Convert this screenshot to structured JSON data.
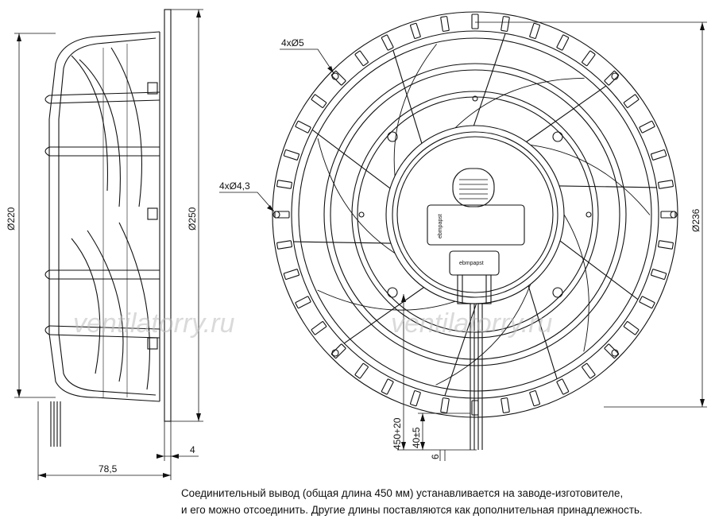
{
  "dimensions": {
    "dia_220": "Ø220",
    "dia_250": "Ø250",
    "depth": "78,5",
    "flange": "4",
    "dia_236": "Ø236",
    "holes_outer": "4xØ5",
    "holes_inner": "4xØ4,3",
    "lead_length": "450+20",
    "strip_length": "40±5",
    "strip_end": "6"
  },
  "watermark": "ventilatorry.ru",
  "labels": {
    "brand_plate": "ebmpapst",
    "connector_brand": "ebmpapst"
  },
  "note": {
    "line1": "Соединительный вывод (общая длина 450 мм) устанавливается на заводе-изготовителе,",
    "line2": "и его можно отсоединить. Другие длины поставляются как дополнительная принадлежность."
  }
}
